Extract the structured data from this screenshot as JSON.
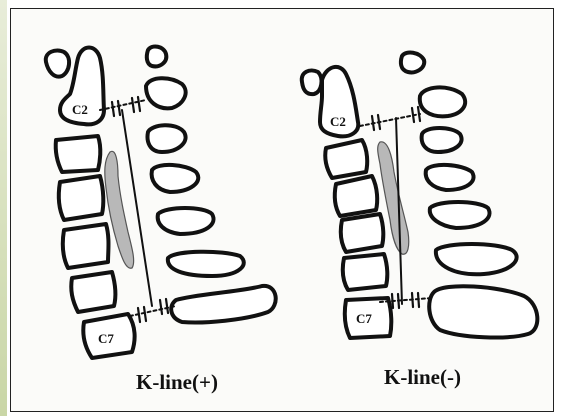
{
  "figure": {
    "left_panel": {
      "vertebra_top_label": "C2",
      "vertebra_bottom_label": "C7",
      "caption": "K-line(+)"
    },
    "right_panel": {
      "vertebra_top_label": "C2",
      "vertebra_bottom_label": "C7",
      "caption": "K-line(-)"
    },
    "colors": {
      "outline": "#111111",
      "opll_fill": "#b8b8b8",
      "background": "#fbfbf9"
    }
  }
}
